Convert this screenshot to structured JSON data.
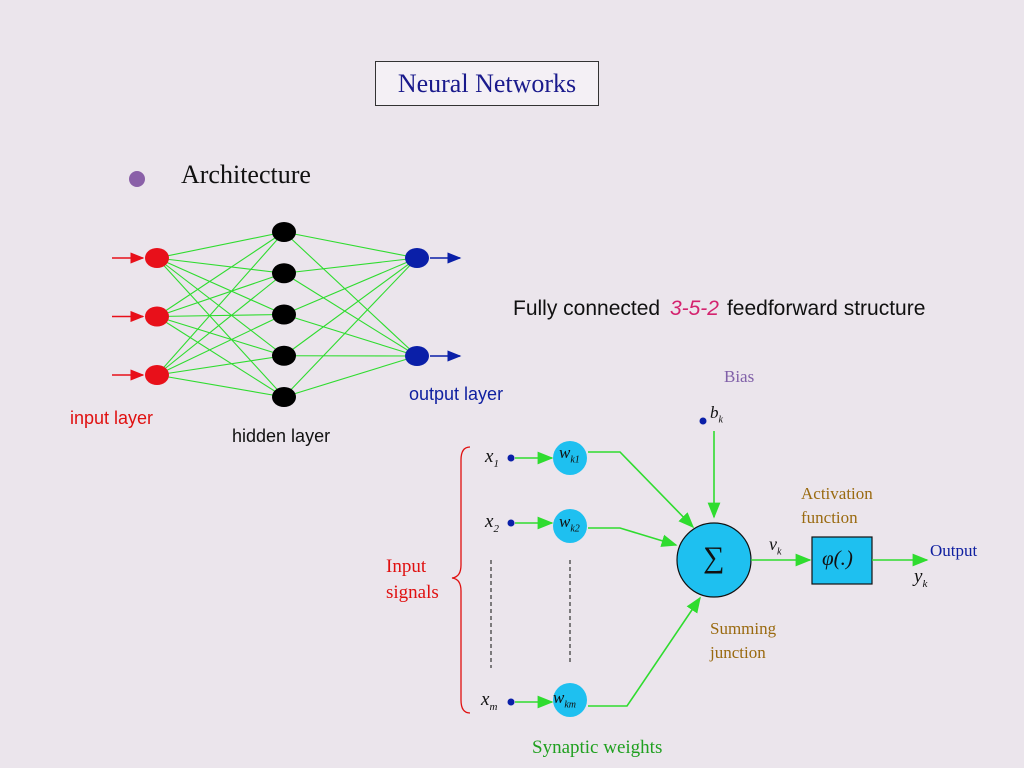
{
  "title": "Neural Networks",
  "bullet_heading": "Architecture",
  "network": {
    "input_layer_label": "input layer",
    "hidden_layer_label": "hidden layer",
    "output_layer_label": "output layer",
    "caption_prefix": "Fully connected",
    "caption_structure": "3-5-2",
    "caption_suffix": "feedforward structure",
    "input_count": 3,
    "hidden_count": 5,
    "output_count": 2
  },
  "neuron_model": {
    "bias_label": "Bias",
    "bias_symbol": "b",
    "bias_sub": "k",
    "inputs": [
      {
        "symbol": "x",
        "sub": "1",
        "weight": "w",
        "weight_sub": "k1"
      },
      {
        "symbol": "x",
        "sub": "2",
        "weight": "w",
        "weight_sub": "k2"
      },
      {
        "symbol": "x",
        "sub": "m",
        "weight": "w",
        "weight_sub": "km"
      }
    ],
    "input_signals_line1": "Input",
    "input_signals_line2": "signals",
    "synaptic_weights_label": "Synaptic weights",
    "summing_symbol": "∑",
    "summing_line1": "Summing",
    "summing_line2": "junction",
    "induced_field_symbol": "v",
    "induced_field_sub": "k",
    "activation_line1": "Activation",
    "activation_line2": "function",
    "activation_symbol": "φ(.)",
    "output_label": "Output",
    "output_symbol": "y",
    "output_sub": "k"
  },
  "colors": {
    "background": "#ebe5ec",
    "input_node": "#e8101a",
    "hidden_node": "#000000",
    "output_node": "#0a1fa8",
    "connection": "#2fdc2f",
    "neuron_fill": "#1ec0f0",
    "input_text": "#e01010",
    "output_text": "#1020a0",
    "brown_text": "#9a6a10",
    "purple_text": "#8060a8",
    "green_text": "#20a020"
  }
}
